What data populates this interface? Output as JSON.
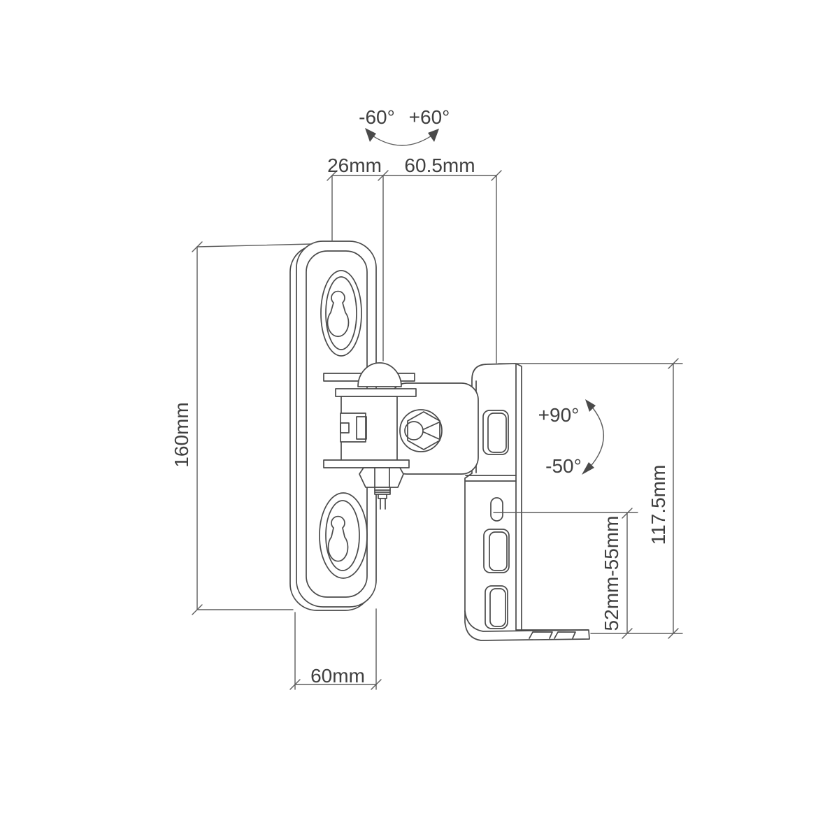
{
  "diagram": {
    "background": "#ffffff",
    "part_line_color": "#4a4a4a",
    "dimension_line_color": "#5d5d5d",
    "text_color": "#3f3f3f",
    "labels": {
      "swivel_left": "-60°",
      "swivel_right": "+60°",
      "depth": "26mm",
      "reach": "60.5mm",
      "plate_height": "160mm",
      "tilt_up": "+90°",
      "tilt_down": "-50°",
      "bracket_height": "117.5mm",
      "slot_range": "52mm-55mm",
      "plate_width": "60mm"
    }
  }
}
